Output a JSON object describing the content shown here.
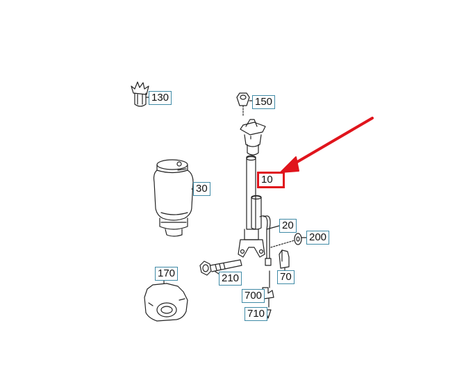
{
  "diagram": {
    "callouts": [
      {
        "id": "130",
        "label": "130"
      },
      {
        "id": "150",
        "label": "150"
      },
      {
        "id": "10",
        "label": "10",
        "highlighted": true
      },
      {
        "id": "30",
        "label": "30"
      },
      {
        "id": "20",
        "label": "20"
      },
      {
        "id": "200",
        "label": "200"
      },
      {
        "id": "170",
        "label": "170"
      },
      {
        "id": "210",
        "label": "210"
      },
      {
        "id": "70",
        "label": "70"
      },
      {
        "id": "700",
        "label": "700"
      },
      {
        "id": "710",
        "label": "710"
      }
    ],
    "colors": {
      "callout_border": "#3f8aa6",
      "highlight": "#e0141c",
      "line_art": "#222222"
    },
    "icons": [
      "red-arrow-icon"
    ]
  }
}
